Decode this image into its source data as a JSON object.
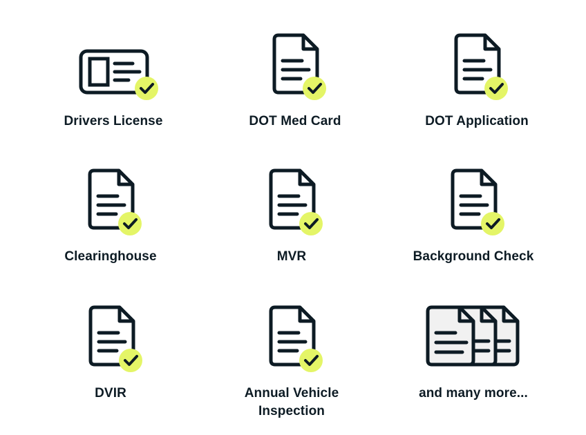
{
  "colors": {
    "ink": "#0d1b24",
    "check_badge": "#e4f567",
    "stack_fill": "#f1f1f1"
  },
  "items": [
    {
      "label": "Drivers License",
      "icon": "id-card-check-icon"
    },
    {
      "label": "DOT Med Card",
      "icon": "document-check-icon"
    },
    {
      "label": "DOT Application",
      "icon": "document-check-icon"
    },
    {
      "label": "Clearinghouse",
      "icon": "document-check-icon"
    },
    {
      "label": "MVR",
      "icon": "document-check-icon"
    },
    {
      "label": "Background Check",
      "icon": "document-check-icon"
    },
    {
      "label": "DVIR",
      "icon": "document-check-icon"
    },
    {
      "label": "Annual Vehicle\nInspection",
      "icon": "document-check-icon"
    },
    {
      "label": "and many more...",
      "icon": "document-stack-icon"
    }
  ]
}
